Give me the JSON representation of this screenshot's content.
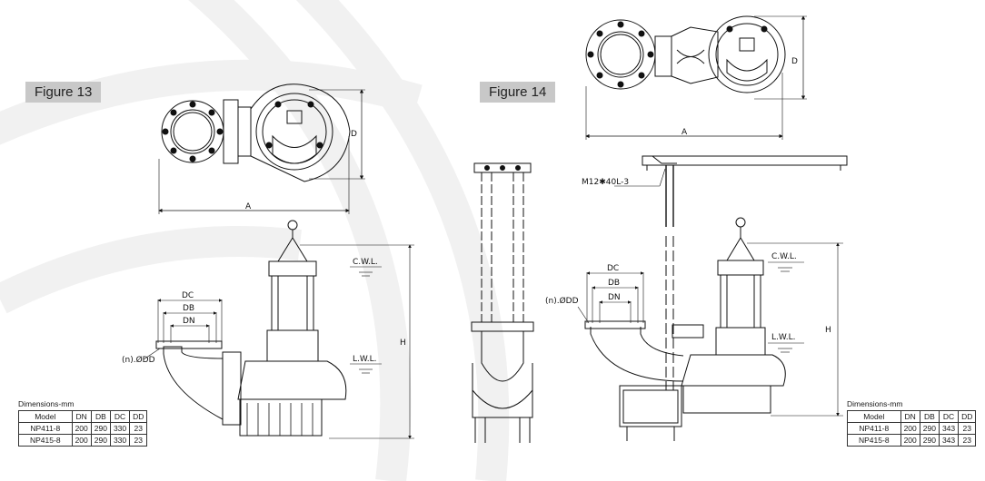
{
  "figure13": {
    "label": "Figure 13",
    "dims": {
      "A": "A",
      "D": "D",
      "H": "H",
      "DC": "DC",
      "DB": "DB",
      "DN": "DN",
      "bolt": "(n).ØDD",
      "cwl": "C.W.L.",
      "lwl": "L.W.L."
    },
    "table": {
      "title": "Dimensions-mm",
      "headers": [
        "Model",
        "DN",
        "DB",
        "DC",
        "DD"
      ],
      "rows": [
        [
          "NP411-8",
          "200",
          "290",
          "330",
          "23"
        ],
        [
          "NP415-8",
          "200",
          "290",
          "330",
          "23"
        ]
      ]
    }
  },
  "figure14": {
    "label": "Figure 14",
    "dims": {
      "A": "A",
      "D": "D",
      "H": "H",
      "DC": "DC",
      "DB": "DB",
      "DN": "DN",
      "bolt": "(n).ØDD",
      "cwl": "C.W.L.",
      "lwl": "L.W.L.",
      "bolt_spec": "M12✱40L-3"
    },
    "table": {
      "title": "Dimensions-mm",
      "headers": [
        "Model",
        "DN",
        "DB",
        "DC",
        "DD"
      ],
      "rows": [
        [
          "NP411-8",
          "200",
          "290",
          "343",
          "23"
        ],
        [
          "NP415-8",
          "200",
          "290",
          "343",
          "23"
        ]
      ]
    }
  }
}
